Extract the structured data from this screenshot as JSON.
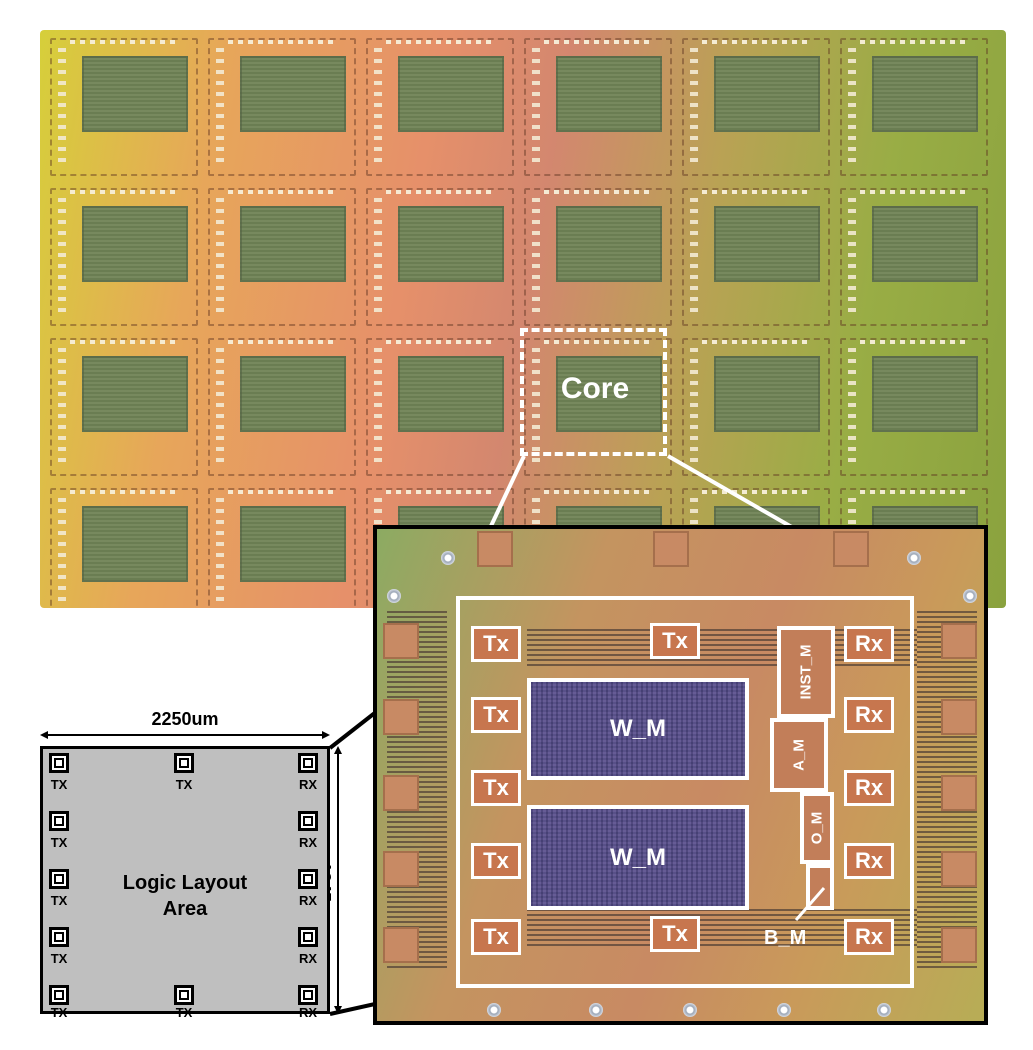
{
  "die": {
    "core_label": "Core",
    "rows": 4,
    "cols": 6
  },
  "zoom": {
    "tx": [
      "Tx",
      "Tx",
      "Tx",
      "Tx",
      "Tx",
      "Tx",
      "Tx"
    ],
    "rx": [
      "Rx",
      "Rx",
      "Rx",
      "Rx",
      "Rx"
    ],
    "w_m_top": "W_M",
    "w_m_bottom": "W_M",
    "inst_m": "INST_M",
    "a_m": "A_M",
    "o_m": "O_M",
    "b_m": "B_M"
  },
  "layout": {
    "width_label": "2250um",
    "height_label": "1945um",
    "area_line1": "Logic Layout",
    "area_line2": "Area",
    "pad_labels": {
      "left": [
        "TX",
        "TX",
        "TX",
        "TX",
        "TX"
      ],
      "top_mid": "TX",
      "bottom_mid": "TX",
      "right": [
        "RX",
        "RX",
        "RX",
        "RX",
        "RX"
      ]
    }
  },
  "colors": {
    "highlight": "#ffffff",
    "outline": "#000000",
    "layout_fill": "#bfbfbf"
  }
}
